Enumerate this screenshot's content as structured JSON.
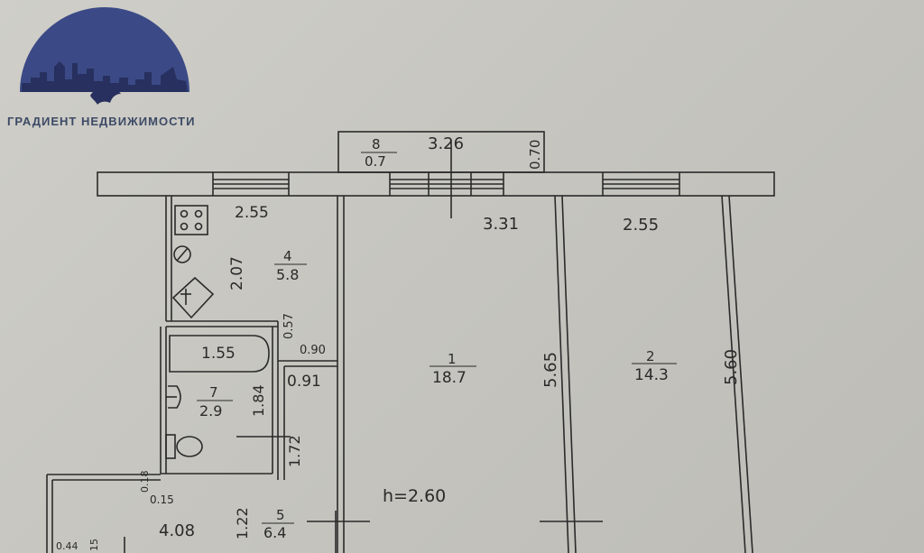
{
  "logo": {
    "brand_text": "ГРАДИЕНТ НЕДВИЖИМОСТИ",
    "dome_color": "#3b4a86",
    "dome_color_dark": "#27305e"
  },
  "plan": {
    "ink_color": "#2a2a2a",
    "height_label": "h=2.60",
    "rooms": [
      {
        "number": "1",
        "area": "18.7"
      },
      {
        "number": "2",
        "area": "14.3"
      },
      {
        "number": "4",
        "area": "5.8"
      },
      {
        "number": "5",
        "area": "6.4"
      },
      {
        "number": "7",
        "area": "2.9"
      },
      {
        "number": "8",
        "area": "0.7"
      }
    ],
    "dimensions": {
      "balcony_length": "3.26",
      "balcony_depth": "0.70",
      "room1_width": "3.31",
      "room1_length": "5.65",
      "room2_width": "2.55",
      "room2_length": "5.60",
      "kitchen_width": "2.55",
      "kitchen_length": "2.07",
      "bath_length": "1.55",
      "bath_gap": "0.57",
      "bath_door": "0.90",
      "wc_width": "0.91",
      "bath_height": "1.84",
      "wc_height": "1.72",
      "hall_width": "4.08",
      "hall_depth": "1.22",
      "small_a": "0.18",
      "small_b": "0.15",
      "small_c": "0.44",
      "small_d": "15"
    }
  }
}
